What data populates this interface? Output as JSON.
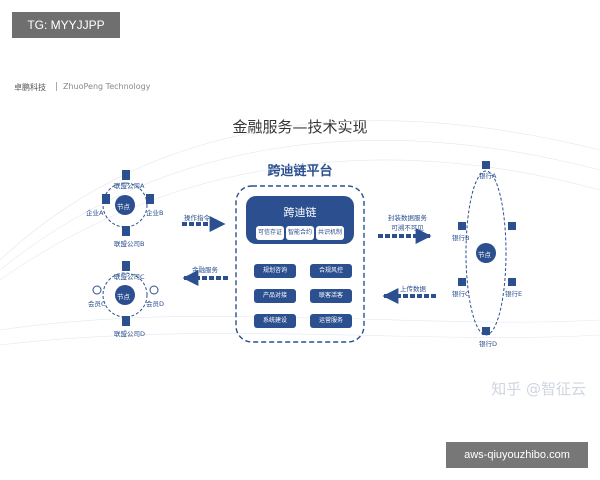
{
  "watermark_tag": "TG: MYYJJPP",
  "company": {
    "name_cn": "卓鹏科技",
    "name_en": "ZhuoPeng Technology"
  },
  "title": "金融服务—技术实现",
  "platform": {
    "title": "跨迪链平台",
    "core": "跨迪链",
    "core_features": [
      "可信存证",
      "智能合约",
      "共识机制"
    ],
    "services": [
      "规划咨询",
      "合规风控",
      "产品对接",
      "联客活客",
      "系统建设",
      "运营服务"
    ]
  },
  "left_top": {
    "members": [
      "联盟公司A",
      "企业A",
      "企业B",
      "联盟公司B"
    ],
    "node": "节点"
  },
  "left_bottom": {
    "members": [
      "联盟公司C",
      "会员C",
      "会员D",
      "联盟公司D"
    ],
    "node": "节点"
  },
  "right": {
    "banks": [
      "银行A",
      "银行B",
      "银行C",
      "银行E",
      "银行D"
    ],
    "node": "节点"
  },
  "arrows": {
    "op_command": "操作指令",
    "finance_service": "金融服务",
    "fin_data": "封装数据服务\n可溯不可见",
    "upload_data": "上传数据"
  },
  "watermark_zhihu": "知乎 @智征云",
  "watermark_site": "aws-qiuyouzhibo.com"
}
